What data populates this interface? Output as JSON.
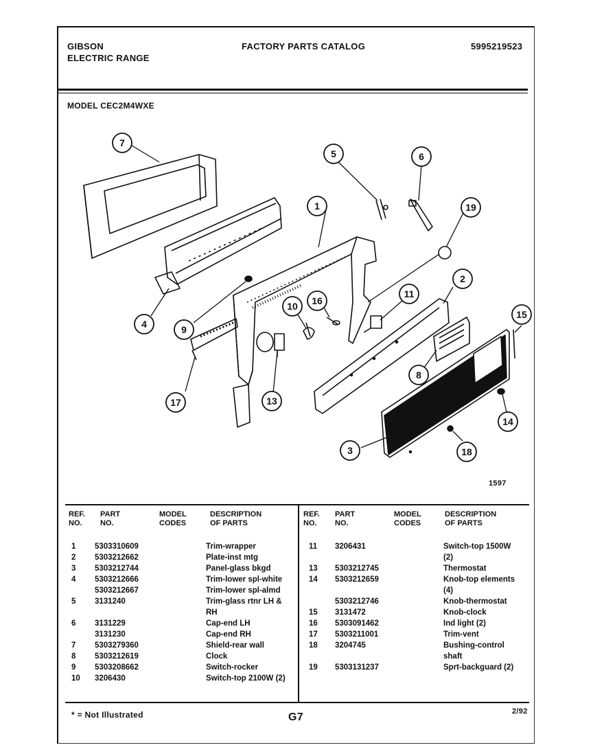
{
  "header": {
    "brand": "GIBSON",
    "product": "ELECTRIC RANGE",
    "catalog_title": "FACTORY PARTS CATALOG",
    "catalog_number": "5995219523",
    "model": "MODEL CEC2M4WXE"
  },
  "diagram": {
    "drawing_number": "1597",
    "callouts": [
      "1",
      "2",
      "3",
      "4",
      "5",
      "6",
      "7",
      "8",
      "9",
      "10",
      "11",
      "13",
      "14",
      "15",
      "16",
      "17",
      "18",
      "19"
    ]
  },
  "table": {
    "headers": {
      "ref": "REF.\nNO.",
      "part": "PART\nNO.",
      "model": "MODEL\nCODES",
      "desc": "DESCRIPTION\nOF PARTS"
    },
    "left": [
      {
        "ref": "1",
        "part": "5303310609",
        "desc": "Trim-wrapper"
      },
      {
        "ref": "2",
        "part": "5303212662",
        "desc": "Plate-inst mtg"
      },
      {
        "ref": "3",
        "part": "5303212744",
        "desc": "Panel-glass bkgd"
      },
      {
        "ref": "4",
        "part": "5303212666",
        "desc": "Trim-lower spl-white"
      },
      {
        "ref": "",
        "part": "5303212667",
        "desc": "Trim-lower spl-almd"
      },
      {
        "ref": "5",
        "part": "3131240",
        "desc": "Trim-glass rtnr LH &"
      },
      {
        "ref": "",
        "part": "",
        "desc": "RH"
      },
      {
        "ref": "6",
        "part": "3131229",
        "desc": "Cap-end LH"
      },
      {
        "ref": "",
        "part": "3131230",
        "desc": "Cap-end RH"
      },
      {
        "ref": "7",
        "part": "5303279360",
        "desc": "Shield-rear wall"
      },
      {
        "ref": "8",
        "part": "5303212619",
        "desc": "Clock"
      },
      {
        "ref": "9",
        "part": "5303208662",
        "desc": "Switch-rocker"
      },
      {
        "ref": "10",
        "part": "3206430",
        "desc": "Switch-top 2100W (2)"
      }
    ],
    "right": [
      {
        "ref": "11",
        "part": "3206431",
        "desc": "Switch-top 1500W"
      },
      {
        "ref": "",
        "part": "",
        "desc": "(2)"
      },
      {
        "ref": "13",
        "part": "5303212745",
        "desc": "Thermostat"
      },
      {
        "ref": "14",
        "part": "5303212659",
        "desc": "Knob-top elements"
      },
      {
        "ref": "",
        "part": "",
        "desc": "(4)"
      },
      {
        "ref": "",
        "part": "5303212746",
        "desc": "Knob-thermostat"
      },
      {
        "ref": "15",
        "part": "3131472",
        "desc": "Knob-clock"
      },
      {
        "ref": "16",
        "part": "5303091462",
        "desc": "Ind light (2)"
      },
      {
        "ref": "17",
        "part": "5303211001",
        "desc": "Trim-vent"
      },
      {
        "ref": "18",
        "part": "3204745",
        "desc": "Bushing-control"
      },
      {
        "ref": "",
        "part": "",
        "desc": "shaft"
      },
      {
        "ref": "19",
        "part": "5303131237",
        "desc": "Sprt-backguard (2)"
      }
    ]
  },
  "footer": {
    "note": "* = Not Illustrated",
    "page": "G7",
    "date": "2/92"
  }
}
